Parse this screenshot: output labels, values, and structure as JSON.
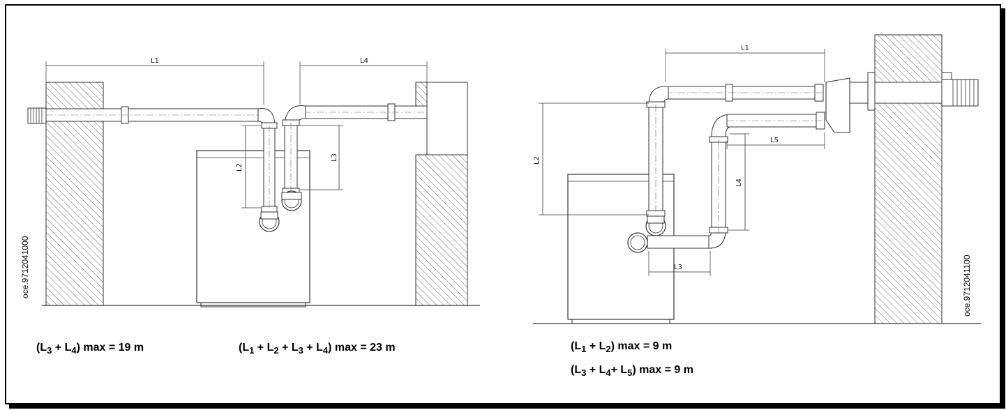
{
  "diagram_left": {
    "labels": {
      "l1": "L1",
      "l2": "L2",
      "l3": "L3",
      "l4": "L4"
    },
    "code": "oce.9712041000",
    "formula_a": {
      "open": "(L",
      "s1": "3",
      "plus1": " + L",
      "s2": "4",
      "close": ")  max = 19 m"
    },
    "formula_b": {
      "open": "(L",
      "s1": "1",
      "p1": " + L",
      "s2": "2",
      "p2": " + L",
      "s3": "3",
      "p3": " + L",
      "s4": "4",
      "close": ") max  = 23 m"
    }
  },
  "diagram_right": {
    "labels": {
      "l1": "L1",
      "l2": "L2",
      "l3": "L3",
      "l4": "L4",
      "l5": "L5"
    },
    "code": "oce.9712041100",
    "formula_a": {
      "open": "(L",
      "s1": "1",
      "p1": " + L",
      "s2": "2",
      "close": ") max  = 9 m"
    },
    "formula_b": {
      "open": "(L",
      "s1": "3",
      "p1": " + L",
      "s2": "4",
      "p2": "+ L",
      "s3": "5",
      "close": ")  max = 9 m"
    }
  }
}
